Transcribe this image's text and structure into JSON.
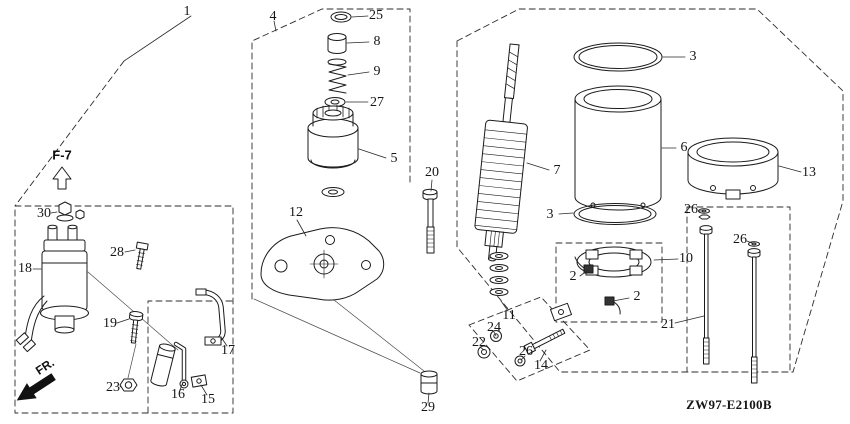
{
  "diagram": {
    "code": "ZW97-E2100B",
    "view_ref": "F-7",
    "front_marker": "FR."
  },
  "callouts": {
    "n1": "1",
    "n2a": "2",
    "n2b": "2",
    "n3a": "3",
    "n3b": "3",
    "n4": "4",
    "n5": "5",
    "n6": "6",
    "n7": "7",
    "n8": "8",
    "n9": "9",
    "n10": "10",
    "n11": "11",
    "n12": "12",
    "n13": "13",
    "n14": "14",
    "n15": "15",
    "n16": "16",
    "n17": "17",
    "n18": "18",
    "n19": "19",
    "n20": "20",
    "n21": "21",
    "n22": "22",
    "n23": "23",
    "n24": "24",
    "n25": "25",
    "n26a": "26",
    "n26b": "26",
    "n26c": "26",
    "n27": "27",
    "n28": "28",
    "n29": "29",
    "n30": "30"
  }
}
